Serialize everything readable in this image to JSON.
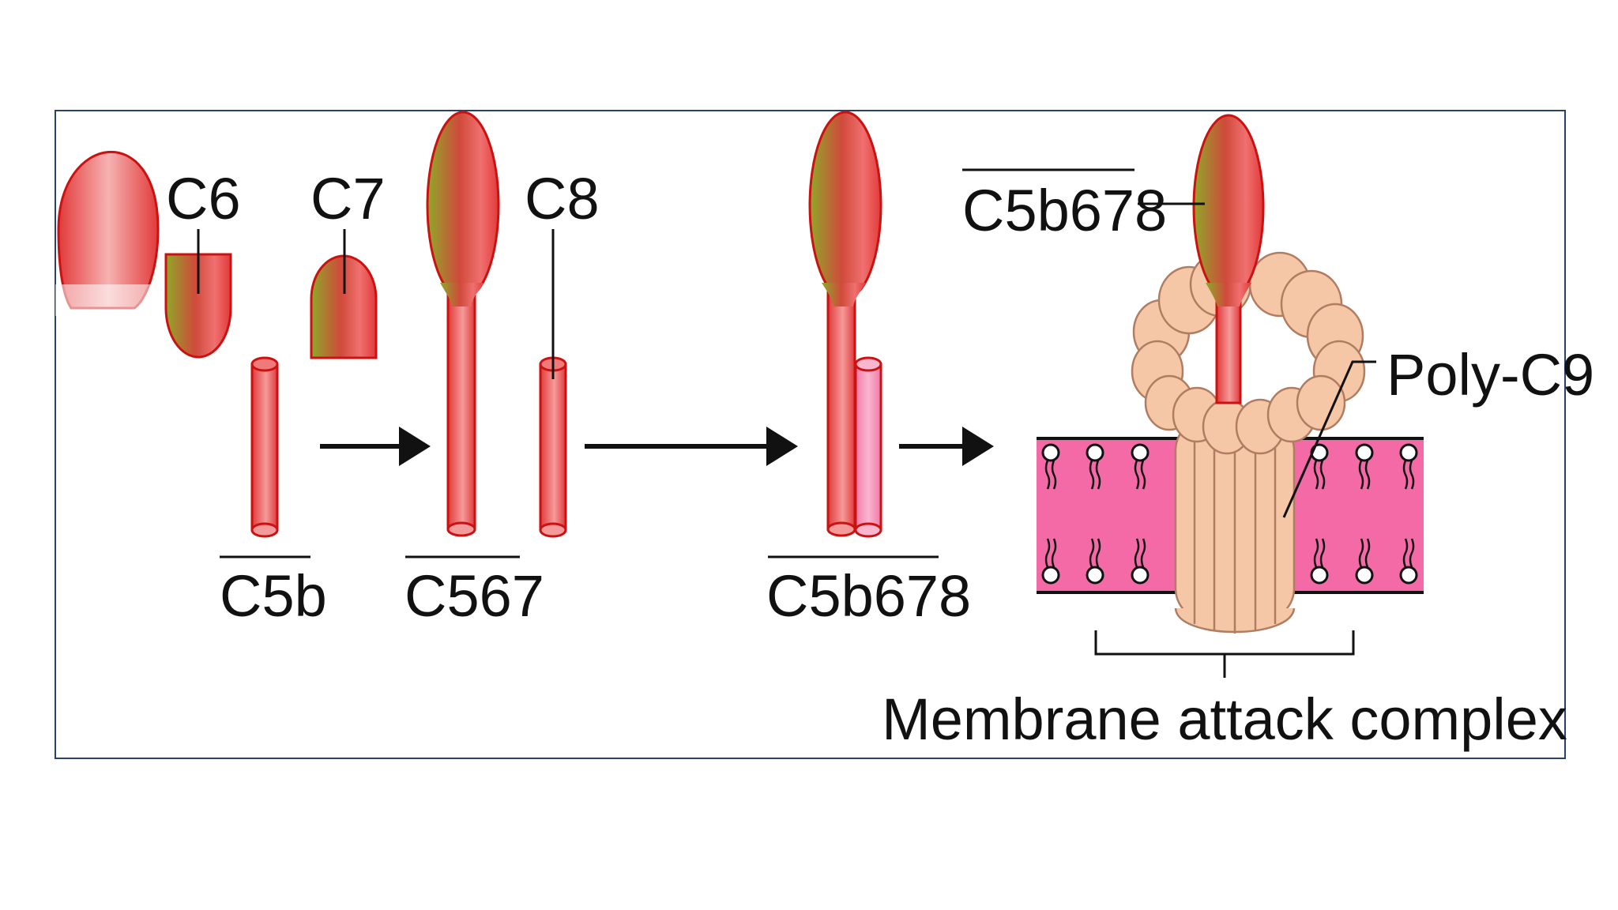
{
  "labels": {
    "c6": "C6",
    "c7": "C7",
    "c8": "C8",
    "c5b": "C5b",
    "c567": "C567",
    "c5b678_mid": "C5b678",
    "c5b678_top": "C5b678",
    "poly_c9": "Poly-C9",
    "mac": "Membrane attack complex"
  },
  "colors": {
    "red": "#e8413f",
    "red_outline": "#cc1111",
    "green": "#8fa829",
    "pink_membrane": "#f46aa6",
    "pink_c8": "#f27aa8",
    "c9_peach": "#f6c7a6",
    "c9_outline": "#b07c62",
    "frame": "#29426b",
    "ink": "#111111"
  }
}
